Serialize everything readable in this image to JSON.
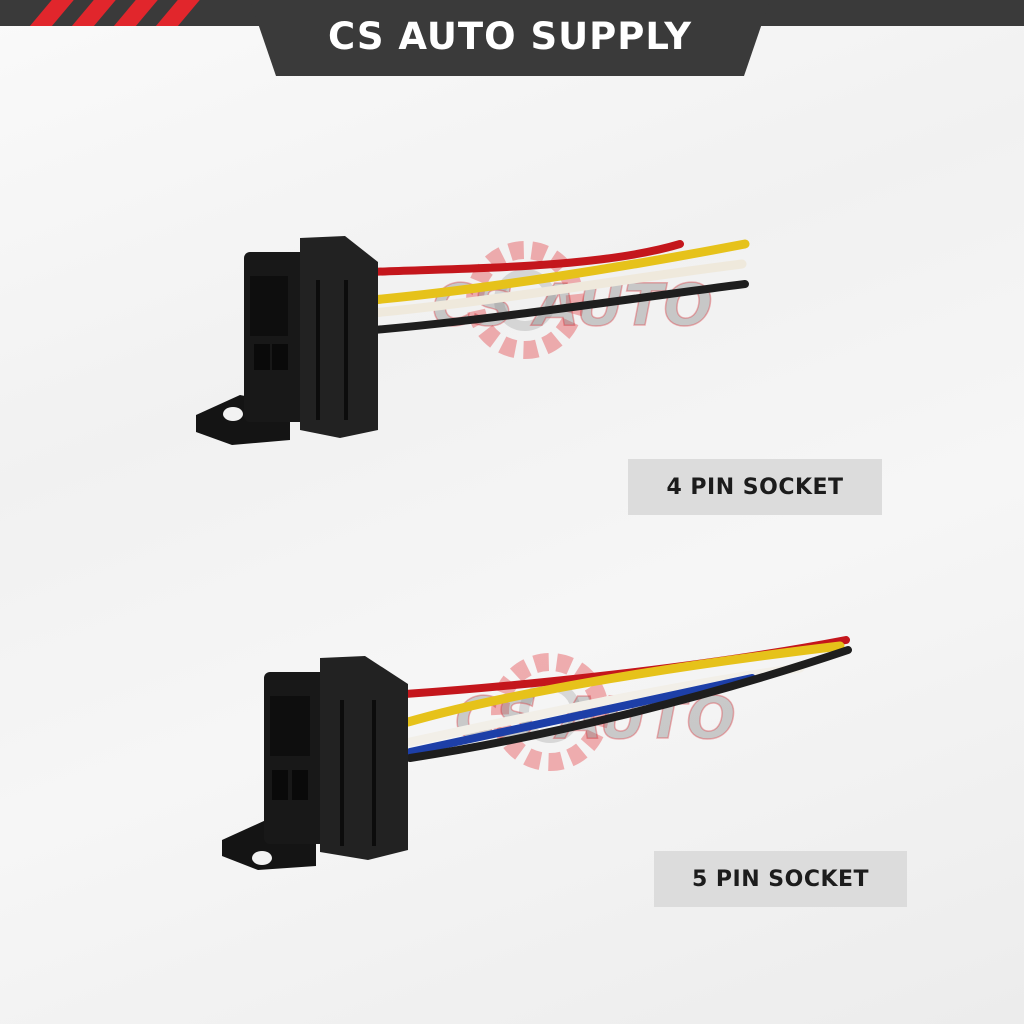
{
  "header": {
    "brand_title": "CS AUTO SUPPLY"
  },
  "watermark": {
    "logo_text": "CS AUTO",
    "logo_color": "#e1262c"
  },
  "products": [
    {
      "label": "4 PIN SOCKET",
      "wires": [
        "red",
        "yellow",
        "white",
        "black"
      ]
    },
    {
      "label": "5 PIN SOCKET",
      "wires": [
        "red",
        "yellow",
        "white",
        "blue",
        "black"
      ]
    }
  ],
  "colors": {
    "header_bg": "#3a3a3a",
    "accent_red": "#e1262c",
    "label_bg": "#dcdcdc"
  }
}
